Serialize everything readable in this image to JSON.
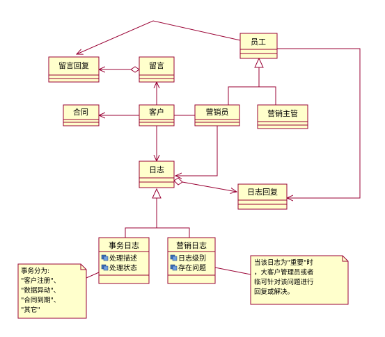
{
  "classes": {
    "liuyan_huifu": "留言回复",
    "liuyan": "留言",
    "yuangong": "员工",
    "hetong": "合同",
    "kehu": "客户",
    "yingxiaoyuan": "营销员",
    "yingxiao_zhuguan": "营销主管",
    "rizhi": "日志",
    "rizhi_huifu": "日志回复",
    "shiwu_rizhi": "事务日志",
    "yingxiao_rizhi": "营销日志"
  },
  "attributes": {
    "shiwu_rizhi": [
      "处理描述",
      "处理状态"
    ],
    "yingxiao_rizhi": [
      "日志级别",
      "存在问题"
    ]
  },
  "notes": {
    "left": [
      "事务分为:",
      "\"客户注册\"、",
      "\"数据异动\"、",
      "\"合同到期\"、",
      "\"其它\""
    ],
    "right": [
      "当该日志为\"重要\"时",
      "，大客户管理员或者",
      "临可针对该问题进行",
      "回复或解决。"
    ]
  }
}
